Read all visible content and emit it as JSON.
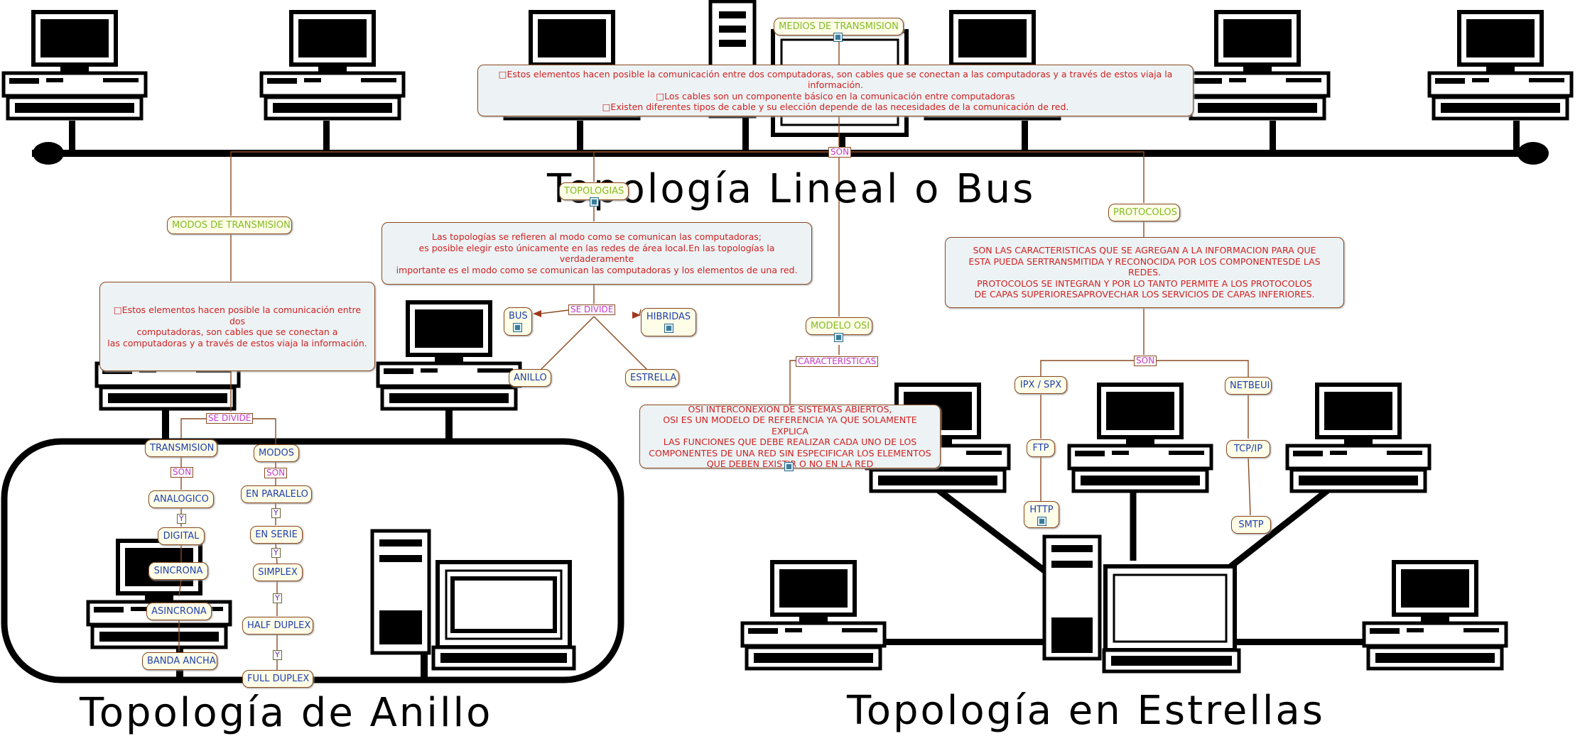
{
  "background_titles": {
    "bus": "Topología Lineal o Bus",
    "ring": "Topología de Anillo",
    "star": "Topología en Estrellas"
  },
  "nodes": {
    "medios": "MEDIOS DE TRANSMISION",
    "modos_trans": "MODOS DE TRANSMISION",
    "topologias": "TOPOLOGIAS",
    "modelo_osi": "MODELO OSI",
    "protocolos": "PROTOCOLOS",
    "bus": "BUS",
    "hibridas": "HIBRIDAS",
    "anillo": "ANILLO",
    "estrella": "ESTRELLA",
    "transmision": "TRANSMISION",
    "modos": "MODOS",
    "analogico": "ANALOGICO",
    "digital": "DIGITAL",
    "sincrona": "SINCRONA",
    "asincrona": "ASINCRONA",
    "banda_ancha": "BANDA ANCHA",
    "en_paralelo": "EN PARALELO",
    "en_serie": "EN SERIE",
    "simplex": "SIMPLEX",
    "half_duplex": "HALF DUPLEX",
    "full_duplex": "FULL DUPLEX",
    "ipx": "IPX / SPX",
    "ftp": "FTP",
    "http": "HTTP",
    "netbeui": "NETBEUI",
    "tcpip": "TCP/IP",
    "smtp": "SMTP"
  },
  "descriptions": {
    "medios": [
      "□Estos elementos hacen posible la comunicación entre dos computadoras, son cables que se conectan a las computadoras y a través de estos viaja la información.",
      "□Los cables son un componente básico en la comunicación entre computadoras",
      "□Existen diferentes tipos de cable y su elección  depende de las necesidades de la comunicación de red."
    ],
    "modos": [
      "□Estos elementos hacen posible la comunicación entre dos",
      "computadoras, son cables que se conectan a",
      "las computadoras y a través de estos viaja la información."
    ],
    "topologias": [
      "Las topologías se refieren al modo como se comunican las computadoras;",
      "es posible elegir esto únicamente en las redes de área local.En las topologías la verdaderamente",
      "importante es el modo como se comunican las computadoras y los elementos de una red."
    ],
    "protocolos": [
      "SON LAS CARACTERISTICAS QUE SE AGREGAN A LA INFORMACION PARA QUE",
      "ESTA PUEDA SERTRANSMITIDA Y RECONOCIDA POR LOS COMPONENTESDE LAS REDES.",
      "PROTOCOLOS SE INTEGRAN  Y POR LO TANTO  PERMITE A LOS PROTOCOLOS",
      "DE CAPAS SUPERIORESAPROVECHAR LOS SERVICIOS DE  CAPAS INFERIORES."
    ],
    "osi": [
      "OSI INTERCONEXION DE SISTEMAS ABIERTOS,",
      "OSI ES UN MODELO DE REFERENCIA YA QUE SOLAMENTE EXPLICA",
      "LAS FUNCIONES  QUE DEBE REALIZAR  CADA UNO DE LOS",
      "COMPONENTES DE UNA RED SIN ESPECIFICAR LOS ELEMENTOS",
      "QUE DEBEN EXISTIR O NO EN LA RED"
    ]
  },
  "link_labels": {
    "son_top": "SON",
    "se_divide_topo": "SE DIVIDE",
    "se_divide_modos": "SE DIVIDE",
    "caracteristicas": "CARACTERISTICAS",
    "son_protocolos": "SON",
    "son_trans": "SON",
    "son_modos": "SON",
    "y": "Y"
  },
  "colors": {
    "node_text": "#1f3fae",
    "main_node_text": "#82bb24",
    "desc_text": "#d02020",
    "link_label": "#c438c8",
    "connector": "#8a4a22"
  }
}
